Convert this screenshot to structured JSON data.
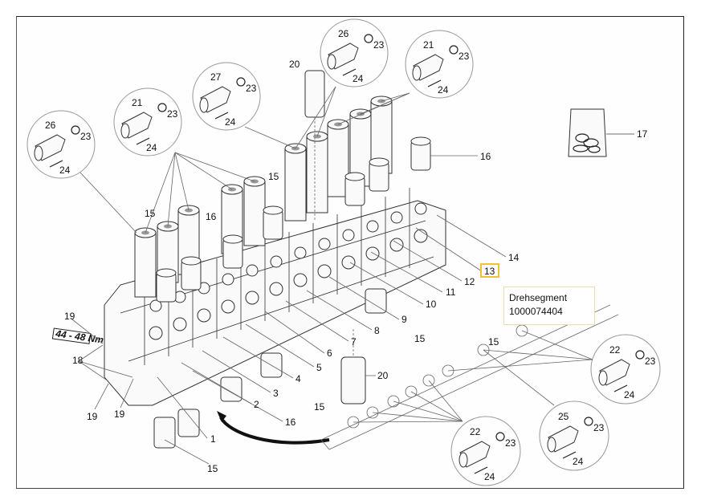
{
  "diagram": {
    "type": "exploded parts diagram",
    "subject": "hydraulic control valve block",
    "torque_label": "44 - 48 Nm",
    "callouts": [
      {
        "id": "c1",
        "label": "1"
      },
      {
        "id": "c2",
        "label": "2"
      },
      {
        "id": "c3",
        "label": "3"
      },
      {
        "id": "c4",
        "label": "4"
      },
      {
        "id": "c5",
        "label": "5"
      },
      {
        "id": "c6",
        "label": "6"
      },
      {
        "id": "c7",
        "label": "7"
      },
      {
        "id": "c8",
        "label": "8"
      },
      {
        "id": "c9",
        "label": "9"
      },
      {
        "id": "c10",
        "label": "10"
      },
      {
        "id": "c11",
        "label": "11"
      },
      {
        "id": "c12",
        "label": "12"
      },
      {
        "id": "c13",
        "label": "13"
      },
      {
        "id": "c14",
        "label": "14"
      },
      {
        "id": "c15a",
        "label": "15"
      },
      {
        "id": "c15b",
        "label": "15"
      },
      {
        "id": "c15c",
        "label": "15"
      },
      {
        "id": "c15d",
        "label": "15"
      },
      {
        "id": "c15e",
        "label": "15"
      },
      {
        "id": "c15f",
        "label": "15"
      },
      {
        "id": "c16a",
        "label": "16"
      },
      {
        "id": "c16b",
        "label": "16"
      },
      {
        "id": "c16c",
        "label": "16"
      },
      {
        "id": "c17",
        "label": "17"
      },
      {
        "id": "c18",
        "label": "18"
      },
      {
        "id": "c19a",
        "label": "19"
      },
      {
        "id": "c19b",
        "label": "19"
      },
      {
        "id": "c19c",
        "label": "19"
      },
      {
        "id": "c20a",
        "label": "20"
      },
      {
        "id": "c20b",
        "label": "20"
      }
    ],
    "detail_circles": [
      {
        "part": "26",
        "oring": "23",
        "screw": "24"
      },
      {
        "part": "21",
        "oring": "23",
        "screw": "24"
      },
      {
        "part": "27",
        "oring": "23",
        "screw": "24"
      },
      {
        "part": "26",
        "oring": "23",
        "screw": "24"
      },
      {
        "part": "21",
        "oring": "23",
        "screw": "24"
      },
      {
        "part": "22",
        "oring": "23",
        "screw": "24"
      },
      {
        "part": "25",
        "oring": "23",
        "screw": "24"
      },
      {
        "part": "22",
        "oring": "23",
        "screw": "24"
      }
    ]
  },
  "selection": {
    "highlighted_callout": "13",
    "highlight_color": "#f1c232"
  },
  "tooltip": {
    "name": "Drehsegment",
    "part_number": "1000074404"
  }
}
